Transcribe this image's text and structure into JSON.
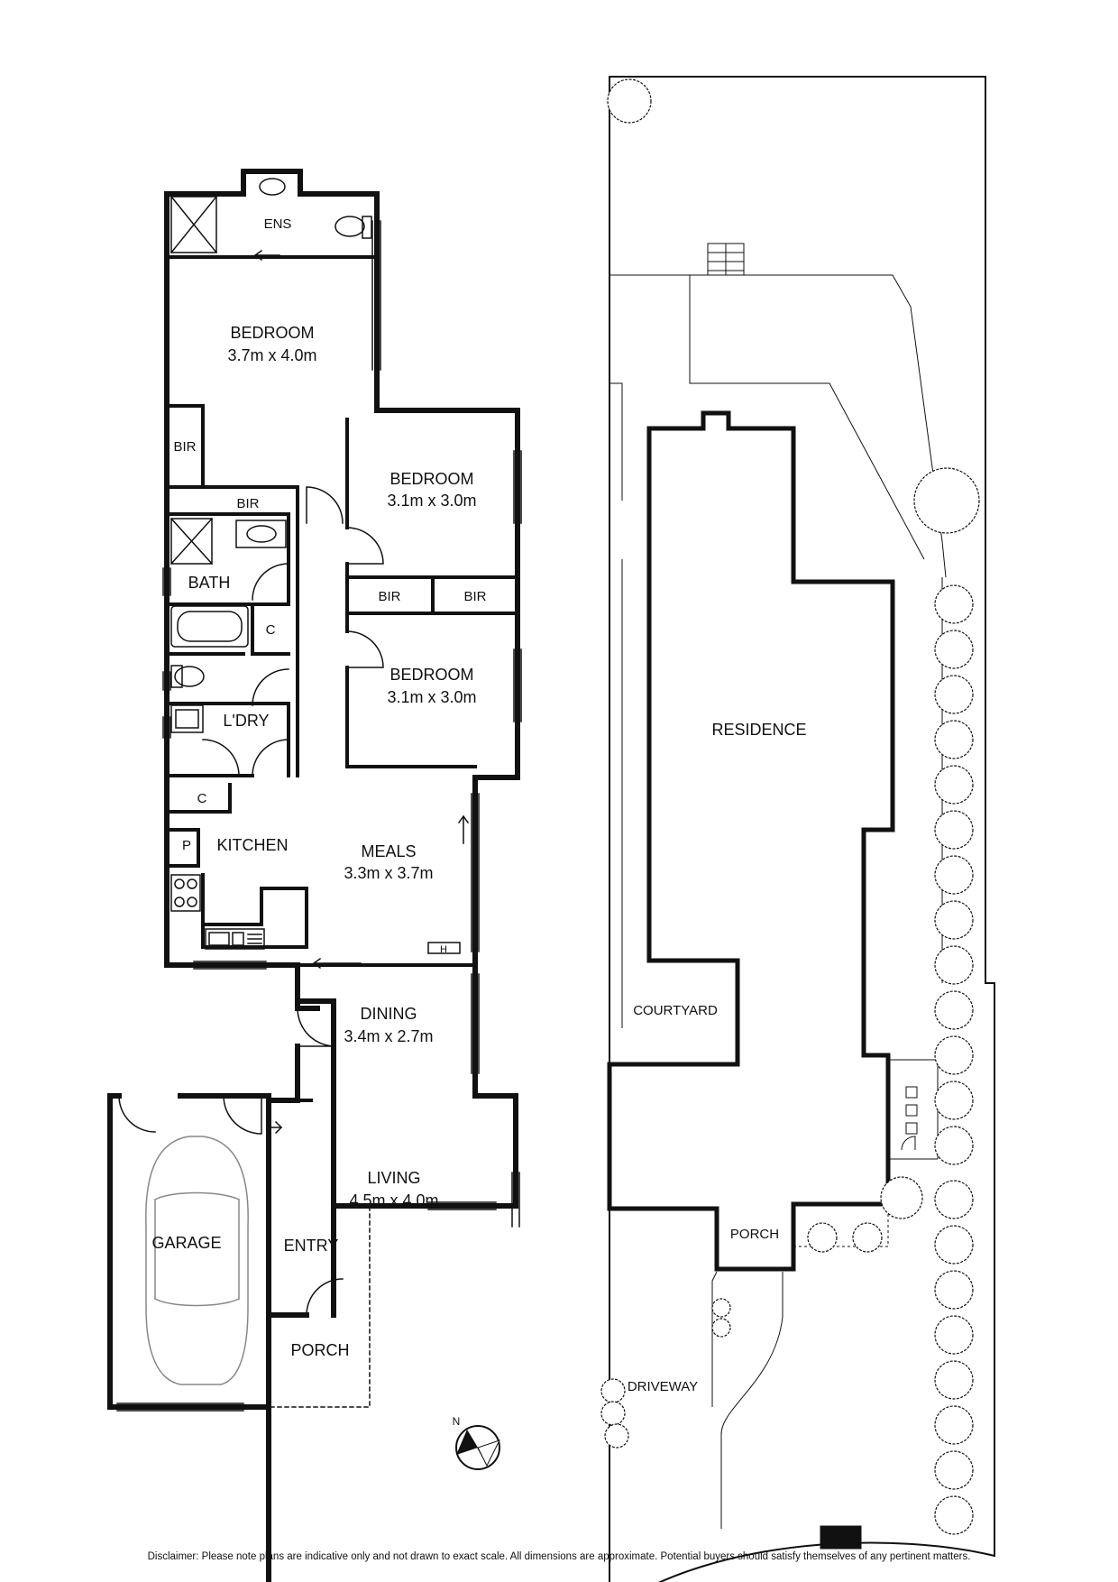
{
  "floor_plan": {
    "rooms": [
      {
        "id": "ens",
        "name": "ENS",
        "dims": ""
      },
      {
        "id": "bedroom1",
        "name": "BEDROOM",
        "dims": "3.7m x 4.0m"
      },
      {
        "id": "bedroom2",
        "name": "BEDROOM",
        "dims": "3.1m x 3.0m"
      },
      {
        "id": "bedroom3",
        "name": "BEDROOM",
        "dims": "3.1m x 3.0m"
      },
      {
        "id": "bath",
        "name": "BATH",
        "dims": ""
      },
      {
        "id": "laundry",
        "name": "L'DRY",
        "dims": ""
      },
      {
        "id": "kitchen",
        "name": "KITCHEN",
        "dims": ""
      },
      {
        "id": "meals",
        "name": "MEALS",
        "dims": "3.3m x 3.7m"
      },
      {
        "id": "dining",
        "name": "DINING",
        "dims": "3.4m x 2.7m"
      },
      {
        "id": "living",
        "name": "LIVING",
        "dims": "4.5m x 4.0m"
      },
      {
        "id": "entry",
        "name": "ENTRY",
        "dims": ""
      },
      {
        "id": "garage",
        "name": "GARAGE",
        "dims": ""
      },
      {
        "id": "porch",
        "name": "PORCH",
        "dims": ""
      }
    ],
    "small_labels": {
      "bir": "BIR",
      "cupboard": "C",
      "pantry": "P",
      "heater": "H"
    },
    "compass": "N"
  },
  "site_plan": {
    "residence": "RESIDENCE",
    "courtyard": "COURTYARD",
    "porch": "PORCH",
    "driveway": "DRIVEWAY"
  },
  "disclaimer": "Disclaimer: Please note plans are indicative only and not drawn to exact scale. All dimensions are approximate. Potential buyers should satisfy themselves of any pertinent matters."
}
